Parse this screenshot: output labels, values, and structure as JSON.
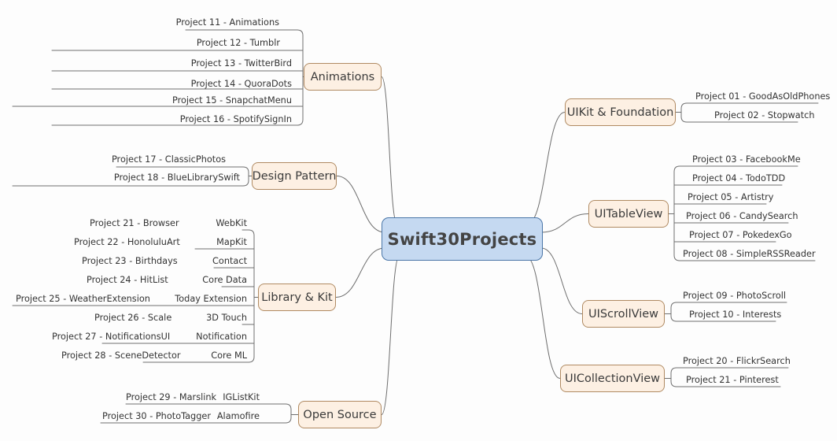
{
  "title": "Swift30Projects",
  "colors": {
    "center_fill": "#c5d9f1",
    "center_border": "#4a76a8",
    "branch_fill": "#fdf0e3",
    "branch_border": "#b08a62",
    "line": "#6e6e6e",
    "text": "#333333",
    "background": "#fdfdfd"
  },
  "root": {
    "label": "Swift30Projects"
  },
  "branches": [
    {
      "id": "animations",
      "label": "Animations",
      "side": "left",
      "leaves": [
        {
          "name": "Project 11 - Animations"
        },
        {
          "name": "Project 12 - Tumblr"
        },
        {
          "name": "Project 13 - TwitterBird"
        },
        {
          "name": "Project 14 - QuoraDots"
        },
        {
          "name": "Project 15 - SnapchatMenu"
        },
        {
          "name": "Project 16 - SpotifySignIn"
        }
      ]
    },
    {
      "id": "design-pattern",
      "label": "Design Pattern",
      "side": "left",
      "leaves": [
        {
          "name": "Project 17 - ClassicPhotos"
        },
        {
          "name": "Project 18 - BlueLibrarySwift"
        }
      ]
    },
    {
      "id": "library-kit",
      "label": "Library & Kit",
      "side": "left",
      "leaves": [
        {
          "name": "Project 21 - Browser",
          "tech": "WebKit"
        },
        {
          "name": "Project 22 - HonoluluArt",
          "tech": "MapKit"
        },
        {
          "name": "Project 23 - Birthdays",
          "tech": "Contact"
        },
        {
          "name": "Project 24 - HitList",
          "tech": "Core Data"
        },
        {
          "name": "Project 25 - WeatherExtension",
          "tech": "Today Extension"
        },
        {
          "name": "Project 26 - Scale",
          "tech": "3D Touch"
        },
        {
          "name": "Project 27 - NotificationsUI",
          "tech": "Notification"
        },
        {
          "name": "Project 28 - SceneDetector",
          "tech": "Core ML"
        }
      ]
    },
    {
      "id": "open-source",
      "label": "Open Source",
      "side": "left",
      "leaves": [
        {
          "name": "Project 29 - Marslink",
          "tech": "IGListKit"
        },
        {
          "name": "Project 30 - PhotoTagger",
          "tech": "Alamofire"
        }
      ]
    },
    {
      "id": "uikit-foundation",
      "label": "UIKit & Foundation",
      "side": "right",
      "leaves": [
        {
          "name": "Project 01 - GoodAsOldPhones"
        },
        {
          "name": "Project 02 - Stopwatch"
        }
      ]
    },
    {
      "id": "uitableview",
      "label": "UITableView",
      "side": "right",
      "leaves": [
        {
          "name": "Project 03 - FacebookMe"
        },
        {
          "name": "Project 04 - TodoTDD"
        },
        {
          "name": "Project 05 - Artistry"
        },
        {
          "name": "Project 06 - CandySearch"
        },
        {
          "name": "Project 07 - PokedexGo"
        },
        {
          "name": "Project 08 - SimpleRSSReader"
        }
      ]
    },
    {
      "id": "uiscrollview",
      "label": "UIScrollView",
      "side": "right",
      "leaves": [
        {
          "name": "Project 09 - PhotoScroll"
        },
        {
          "name": "Project 10 - Interests"
        }
      ]
    },
    {
      "id": "uicollectionview",
      "label": "UICollectionView",
      "side": "right",
      "leaves": [
        {
          "name": "Project 20 - FlickrSearch"
        },
        {
          "name": "Project  21 - Pinterest"
        }
      ]
    }
  ]
}
